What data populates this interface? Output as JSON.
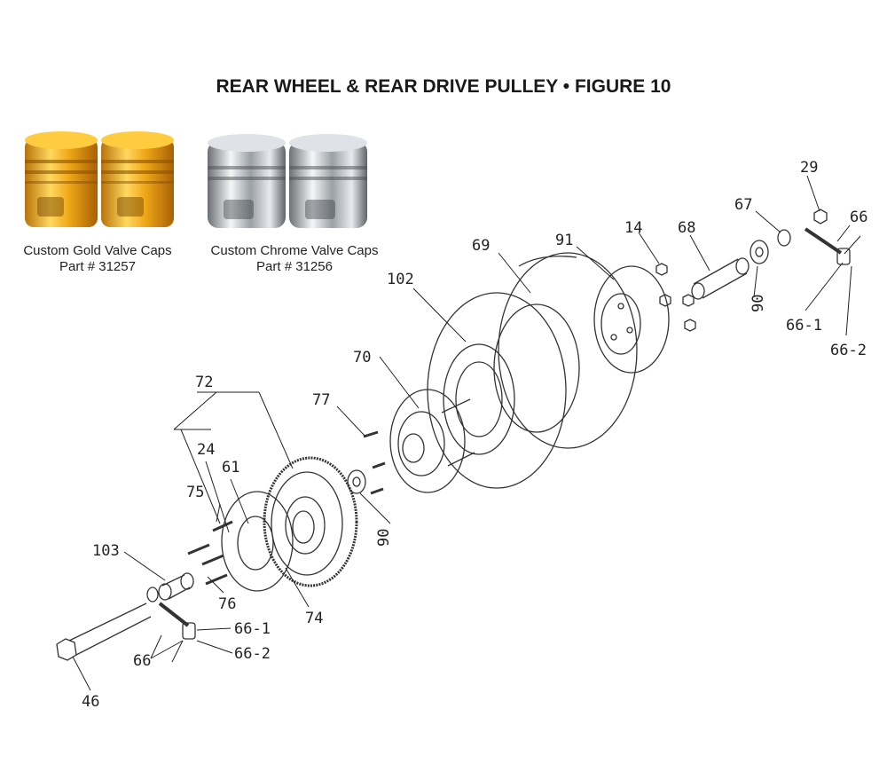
{
  "figure": {
    "title": "REAR WHEEL & REAR DRIVE PULLEY  •  FIGURE 10"
  },
  "products": [
    {
      "name": "Custom Gold Valve Caps",
      "part": "Part # 31257",
      "color": "#e3a214"
    },
    {
      "name": "Custom Chrome Valve Caps",
      "part": "Part # 31256",
      "color": "#c8ccd1"
    }
  ],
  "callouts": [
    {
      "id": "c29",
      "label": "29"
    },
    {
      "id": "c66-top",
      "label": "66"
    },
    {
      "id": "c67",
      "label": "67"
    },
    {
      "id": "c68",
      "label": "68"
    },
    {
      "id": "c14",
      "label": "14"
    },
    {
      "id": "c91",
      "label": "91"
    },
    {
      "id": "c69",
      "label": "69"
    },
    {
      "id": "c102",
      "label": "102"
    },
    {
      "id": "c90-top",
      "label": "90"
    },
    {
      "id": "c66-1-top",
      "label": "66-1"
    },
    {
      "id": "c66-2-top",
      "label": "66-2"
    },
    {
      "id": "c70",
      "label": "70"
    },
    {
      "id": "c77",
      "label": "77"
    },
    {
      "id": "c72",
      "label": "72"
    },
    {
      "id": "c24",
      "label": "24"
    },
    {
      "id": "c61",
      "label": "61"
    },
    {
      "id": "c75",
      "label": "75"
    },
    {
      "id": "c90-mid",
      "label": "90"
    },
    {
      "id": "c103",
      "label": "103"
    },
    {
      "id": "c76",
      "label": "76"
    },
    {
      "id": "c74",
      "label": "74"
    },
    {
      "id": "c66-1-bot",
      "label": "66-1"
    },
    {
      "id": "c66-bot",
      "label": "66"
    },
    {
      "id": "c66-2-bot",
      "label": "66-2"
    },
    {
      "id": "c46",
      "label": "46"
    }
  ]
}
